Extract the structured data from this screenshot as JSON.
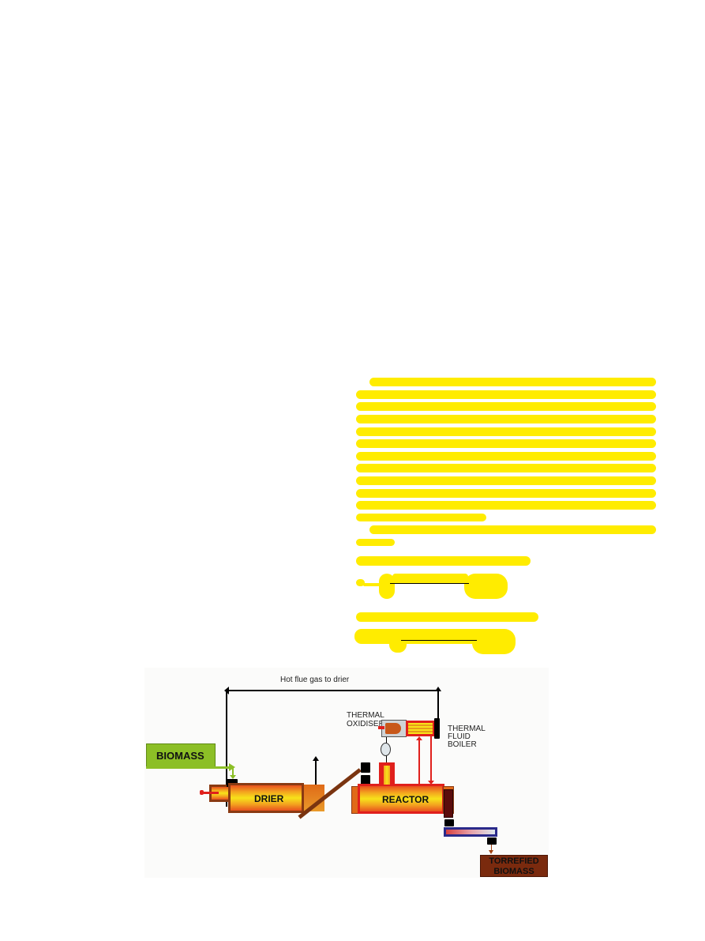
{
  "document": {
    "redacted_text_block": {
      "color": "#ffec00",
      "paragraph_lines": 12,
      "paragraph2_lines": 2,
      "equation_blocks": 2
    }
  },
  "figure": {
    "flue_gas_label": "Hot flue gas to drier",
    "biomass_label": "BIOMASS",
    "drier_label": "DRIER",
    "reactor_label": "REACTOR",
    "thermal_oxidiser_label_1": "THERMAL",
    "thermal_oxidiser_label_2": "OXIDISER",
    "boiler_label_1": "THERMAL",
    "boiler_label_2": "FLUID",
    "boiler_label_3": "BOILER",
    "torrefied_label_1": "TORREFIED",
    "torrefied_label_2": "BIOMASS",
    "colors": {
      "biomass": "#8cbf26",
      "torrefied": "#7a2a0e",
      "reactor_border": "#e0201c",
      "drier_border": "#8a3a12",
      "cooler_border": "#2a2a8a"
    }
  }
}
